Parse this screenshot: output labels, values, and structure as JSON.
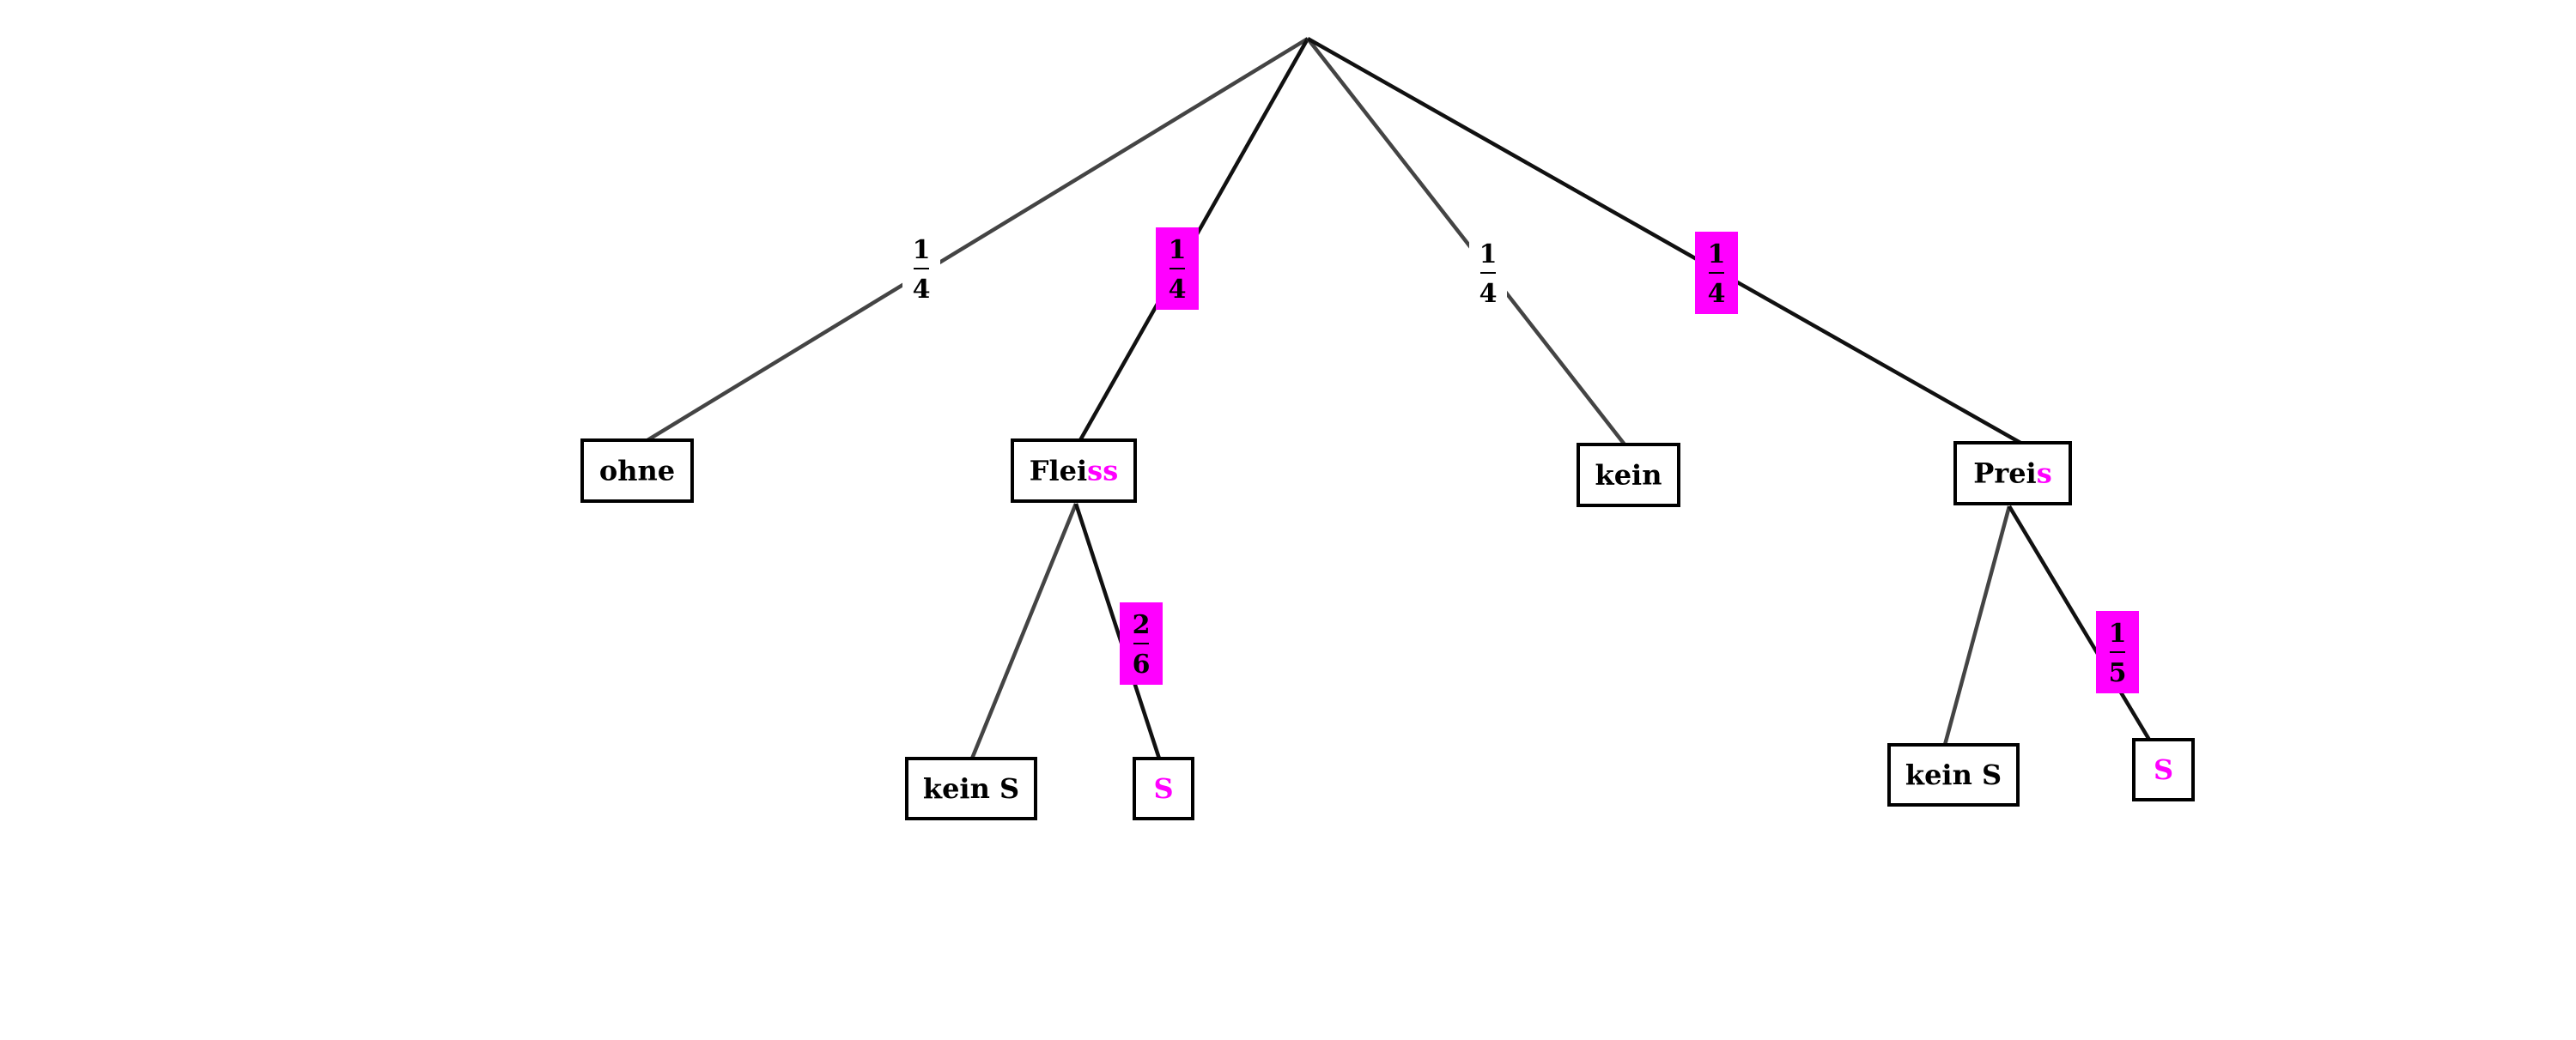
{
  "colors": {
    "highlight": "#ff00ff",
    "line": "#444444",
    "text": "#000000"
  },
  "root": {
    "id": "root"
  },
  "nodes": [
    {
      "id": "ohne",
      "parts": [
        {
          "text": "ohne"
        }
      ]
    },
    {
      "id": "fleiss",
      "parts": [
        {
          "text": "Flei"
        },
        {
          "text": "ss",
          "highlight": true
        }
      ]
    },
    {
      "id": "kein",
      "parts": [
        {
          "text": "kein"
        }
      ]
    },
    {
      "id": "preis",
      "parts": [
        {
          "text": "Prei"
        },
        {
          "text": "s",
          "highlight": true
        }
      ]
    },
    {
      "id": "fleiss-kein-s",
      "parts": [
        {
          "text": "kein S"
        }
      ]
    },
    {
      "id": "fleiss-s",
      "parts": [
        {
          "text": "S",
          "highlight": true
        }
      ]
    },
    {
      "id": "preis-kein-s",
      "parts": [
        {
          "text": "kein S"
        }
      ]
    },
    {
      "id": "preis-s",
      "parts": [
        {
          "text": "S",
          "highlight": true
        }
      ]
    }
  ],
  "edges": [
    {
      "from": "root",
      "to": "ohne",
      "probability": {
        "num": "1",
        "den": "4"
      },
      "highlight": false
    },
    {
      "from": "root",
      "to": "fleiss",
      "probability": {
        "num": "1",
        "den": "4"
      },
      "highlight": true
    },
    {
      "from": "root",
      "to": "kein",
      "probability": {
        "num": "1",
        "den": "4"
      },
      "highlight": false
    },
    {
      "from": "root",
      "to": "preis",
      "probability": {
        "num": "1",
        "den": "4"
      },
      "highlight": true
    },
    {
      "from": "fleiss",
      "to": "fleiss-kein-s",
      "probability": null,
      "highlight": false
    },
    {
      "from": "fleiss",
      "to": "fleiss-s",
      "probability": {
        "num": "2",
        "den": "6"
      },
      "highlight": true
    },
    {
      "from": "preis",
      "to": "preis-kein-s",
      "probability": null,
      "highlight": false
    },
    {
      "from": "preis",
      "to": "preis-s",
      "probability": {
        "num": "1",
        "den": "5"
      },
      "highlight": true
    }
  ]
}
